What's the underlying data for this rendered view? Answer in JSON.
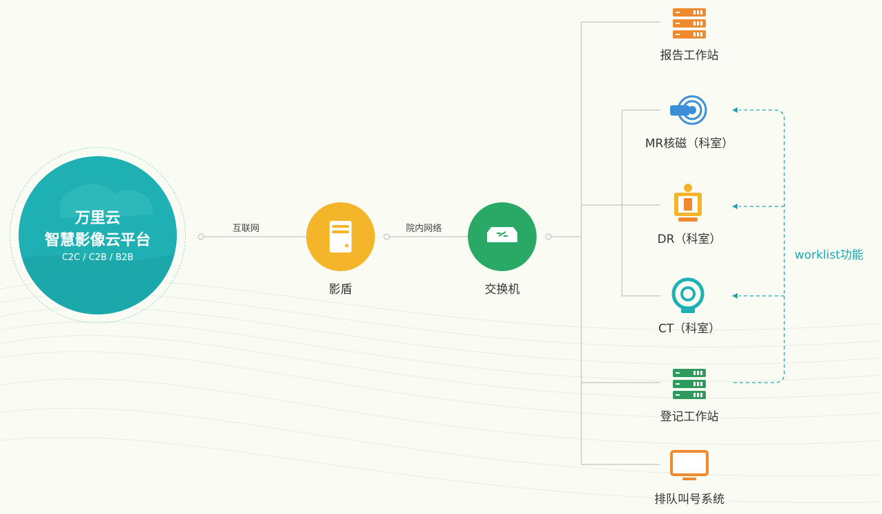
{
  "colors": {
    "teal": "#1fb0b3",
    "orange": "#f5b52b",
    "green": "#2aa866",
    "blue": "#3a8fd8",
    "dashed": "#1aa6b0",
    "deviceOrange": "#f08a2e",
    "deviceGreen": "#2e9a5c"
  },
  "platform": {
    "title_line1": "万里云",
    "title_line2": "智慧影像云平台",
    "subtitle": "C2C / C2B / B2B"
  },
  "links": {
    "internet": "互联网",
    "intranet": "院内网络"
  },
  "nodes": {
    "shield": {
      "label": "影盾",
      "icon": "server-icon"
    },
    "switch": {
      "label": "交换机",
      "icon": "switch-icon"
    }
  },
  "devices": {
    "report": {
      "label": "报告工作站",
      "icon": "server-rack-icon"
    },
    "mr": {
      "label": "MR核磁（科室）",
      "icon": "mr-scanner-icon"
    },
    "dr": {
      "label": "DR（科室）",
      "icon": "xray-icon"
    },
    "ct": {
      "label": "CT（科室）",
      "icon": "ct-scanner-icon"
    },
    "register": {
      "label": "登记工作站",
      "icon": "server-rack-icon"
    },
    "queue": {
      "label": "排队叫号系统",
      "icon": "monitor-icon"
    }
  },
  "worklist": {
    "label": "worklist功能"
  }
}
